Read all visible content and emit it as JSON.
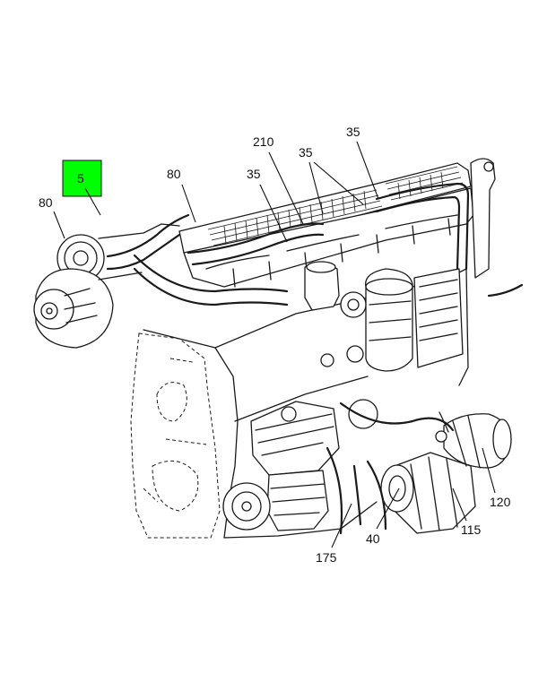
{
  "diagram": {
    "highlight_color": "#00ff00",
    "callouts": {
      "c5": "5",
      "c80a": "80",
      "c80b": "80",
      "c35a": "35",
      "c210": "210",
      "c35b": "35",
      "c35c": "35",
      "c120": "120",
      "c115": "115",
      "c40": "40",
      "c175": "175"
    }
  }
}
